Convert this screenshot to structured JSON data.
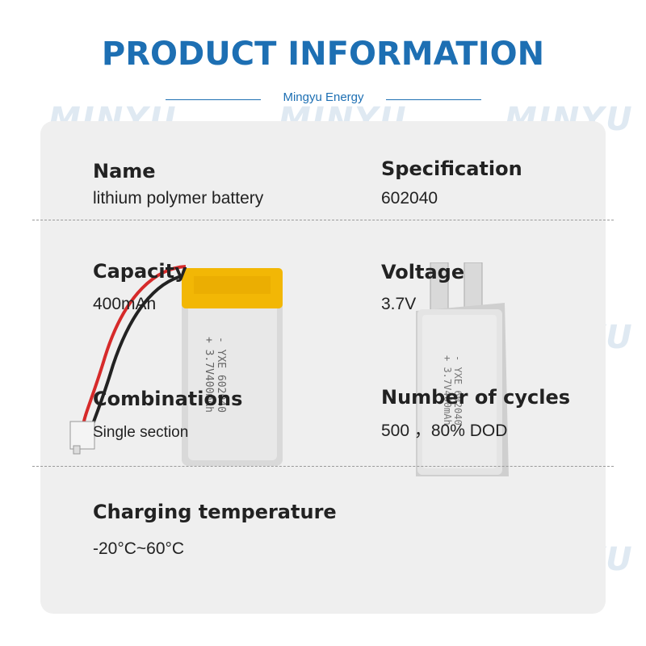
{
  "header": {
    "title": "PRODUCT INFORMATION",
    "subtitle": "Mingyu Energy"
  },
  "watermark": {
    "text": "MINYU"
  },
  "fields": {
    "name": {
      "label": "Name",
      "value": "lithium polymer battery"
    },
    "specification": {
      "label": "Specification",
      "value": "602040"
    },
    "capacity": {
      "label": "Capacity",
      "value": "400mAh"
    },
    "voltage": {
      "label": "Voltage",
      "value": "3.7V"
    },
    "combinations": {
      "label": "Combinations",
      "value": "Single section"
    },
    "cycles": {
      "label": "Number of cycles",
      "value": "500 ，80% DOD"
    },
    "charging_temperature": {
      "label": "Charging temperature",
      "value": "-20°C~60°C"
    }
  },
  "battery_print": {
    "line1": "- YXE 602040",
    "line2": "+ 3.7V400mAh"
  },
  "colors": {
    "accent": "#1d6fb3",
    "panel": "#efefef",
    "battery_tape": "#f2b705",
    "wire_red": "#d62a2a"
  }
}
